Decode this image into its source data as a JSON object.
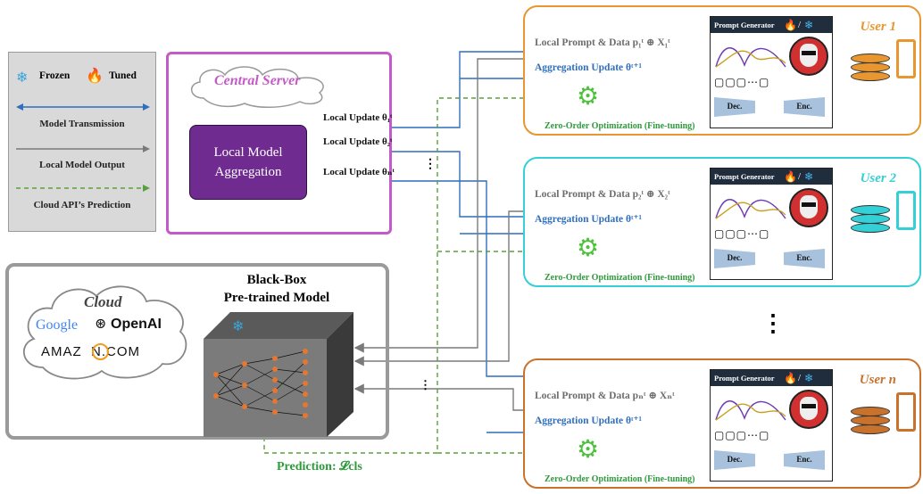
{
  "legend": {
    "frozen": "Frozen",
    "tuned": "Tuned",
    "model_transmission": "Model Transmission",
    "local_model_output": "Local Model Output",
    "cloud_api_prediction": "Cloud API’s Prediction"
  },
  "server": {
    "title": "Central Server",
    "aggregation_line1": "Local Model",
    "aggregation_line2": "Aggregation",
    "updates": [
      "Local Update θ₁ᵗ",
      "Local Update θ₂ᵗ",
      "Local Update θₙᵗ"
    ],
    "update_ellipsis": "⋮"
  },
  "blackbox": {
    "title_line1": "Black-Box",
    "title_line2": "Pre-trained Model",
    "cloud_title": "Cloud",
    "google": "Google",
    "openai": "OpenAI",
    "amazon": "AMAZ  N.COM",
    "ellipsis": "⋮",
    "prediction": "Prediction: 𝓛cls"
  },
  "users": [
    {
      "label": "User 1",
      "color": "#e8962f",
      "local_prompt": "Local Prompt & Data  p₁ᵗ ⊕ X₁ᵗ",
      "aggregation": "Aggregation Update θᵗ⁺¹",
      "zero_order": "Zero-Order Optimization (Fine-tuning)"
    },
    {
      "label": "User 2",
      "color": "#33d0d8",
      "local_prompt": "Local Prompt & Data  p₂ᵗ ⊕ X₂ᵗ",
      "aggregation": "Aggregation Update θᵗ⁺¹",
      "zero_order": "Zero-Order Optimization (Fine-tuning)"
    },
    {
      "label": "User n",
      "color": "#c9722c",
      "local_prompt": "Local Prompt & Data  pₙᵗ ⊕ Xₙᵗ",
      "aggregation": "Aggregation Update θᵗ⁺¹",
      "zero_order": "Zero-Order Optimization (Fine-tuning)"
    }
  ],
  "prompt_generator": {
    "title": "Prompt Generator",
    "slash": "/",
    "dec": "Dec.",
    "enc": "Enc."
  },
  "users_ellipsis": "⋮",
  "colors": {
    "purple": "#c45ac9",
    "agg_fill": "#6f2b8f",
    "blue_arrow": "#2f6fbd",
    "gray_arrow": "#7a7a7a",
    "green_dash": "#5aa03c"
  }
}
